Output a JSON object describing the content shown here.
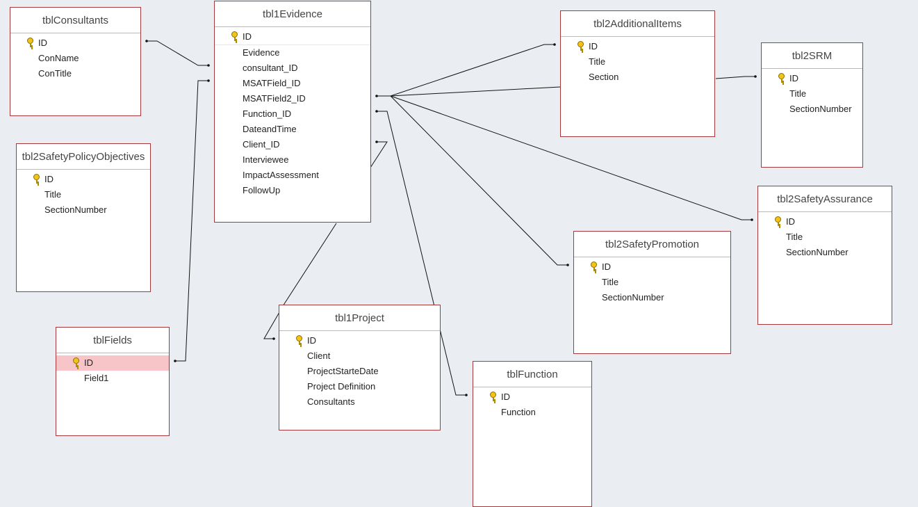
{
  "tables": {
    "tblConsultants": {
      "title": "tblConsultants",
      "fields": [
        "ID",
        "ConName",
        "ConTitle"
      ]
    },
    "tbl1Evidence": {
      "title": "tbl1Evidence",
      "fields": [
        "ID",
        "Evidence",
        "consultant_ID",
        "MSATField_ID",
        "MSATField2_ID",
        "Function_ID",
        "DateandTime",
        "Client_ID",
        "Interviewee",
        "ImpactAssessment",
        "FollowUp"
      ]
    },
    "tbl2AdditionalItems": {
      "title": "tbl2AdditionalItems",
      "fields": [
        "ID",
        "Title",
        "Section"
      ]
    },
    "tbl2SRM": {
      "title": "tbl2SRM",
      "fields": [
        "ID",
        "Title",
        "SectionNumber"
      ]
    },
    "tbl2SafetyPolicyObjectives": {
      "title": "tbl2SafetyPolicyObjectives",
      "fields": [
        "ID",
        "Title",
        "SectionNumber"
      ]
    },
    "tbl2SafetyAssurance": {
      "title": "tbl2SafetyAssurance",
      "fields": [
        "ID",
        "Title",
        "SectionNumber"
      ]
    },
    "tbl2SafetyPromotion": {
      "title": "tbl2SafetyPromotion",
      "fields": [
        "ID",
        "Title",
        "SectionNumber"
      ]
    },
    "tblFields": {
      "title": "tblFields",
      "fields": [
        "ID",
        "Field1"
      ]
    },
    "tbl1Project": {
      "title": "tbl1Project",
      "fields": [
        "ID",
        "Client",
        "ProjectStarteDate",
        "Project Definition",
        "Consultants"
      ]
    },
    "tblFunction": {
      "title": "tblFunction",
      "fields": [
        "ID",
        "Function"
      ]
    }
  },
  "colors": {
    "canvas": "#eaedf1",
    "table_border": "#a4373a",
    "selected_row": "#f7c5c8",
    "key_icon": "#f2c419"
  },
  "icons": {
    "primary_key": "key-icon"
  }
}
